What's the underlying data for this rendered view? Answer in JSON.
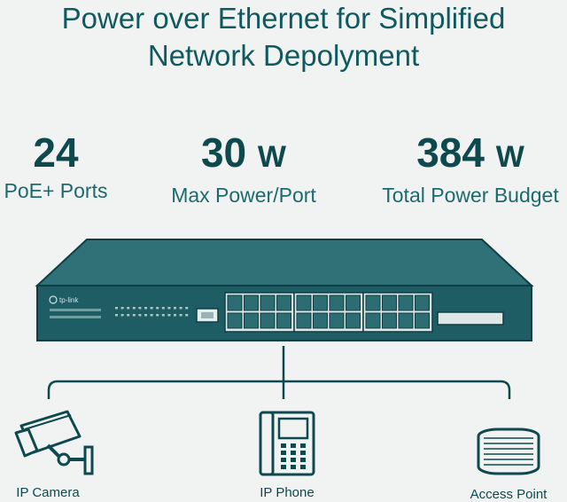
{
  "title": {
    "line1": "Power over Ethernet for Simplified",
    "line2": "Network Depolyment"
  },
  "stats": [
    {
      "value": "24",
      "unit": "",
      "label": "PoE+ Ports"
    },
    {
      "value": "30",
      "unit": "W",
      "label": "Max Power/Port"
    },
    {
      "value": "384",
      "unit": "W",
      "label": "Total Power Budget"
    }
  ],
  "switch": {
    "brand": "tp-link",
    "port_count": 24,
    "body_color": "#1f5d64",
    "outline_color": "#0e3e44"
  },
  "devices": [
    {
      "label": "IP Camera",
      "icon": "ip-camera-icon"
    },
    {
      "label": "IP Phone",
      "icon": "ip-phone-icon"
    },
    {
      "label": "Access Point",
      "icon": "access-point-icon"
    }
  ],
  "colors": {
    "background": "#f1f2f2",
    "accent": "#0e5a5e"
  }
}
